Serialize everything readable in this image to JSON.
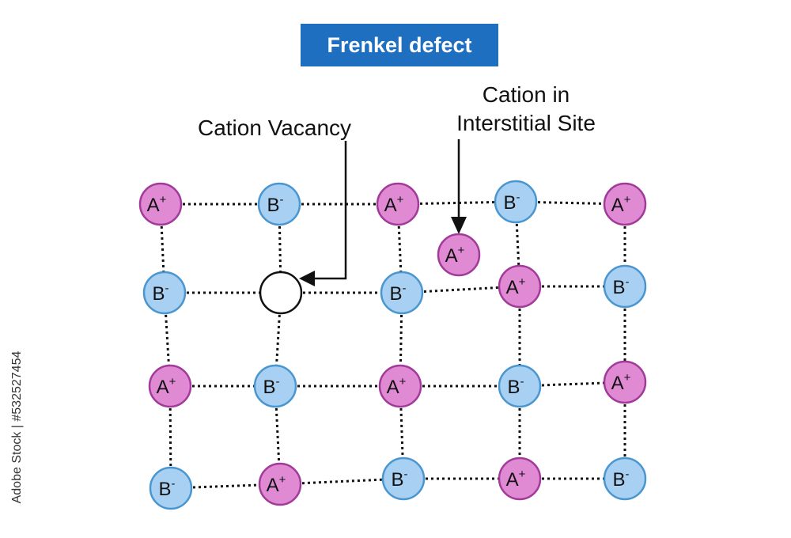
{
  "title": "Frenkel defect",
  "labels": {
    "vacancy": "Cation Vacancy",
    "interstitial_line1": "Cation in",
    "interstitial_line2": "Interstitial Site"
  },
  "watermark": "Adobe Stock | #532527454",
  "colors": {
    "title_bg": "#1f6fc1",
    "cation_fill": "#e08ad3",
    "cation_stroke": "#a23a9a",
    "anion_fill": "#a8d0f2",
    "anion_stroke": "#4a96d0"
  },
  "ions": {
    "cation": {
      "base": "A",
      "charge": "+"
    },
    "anion": {
      "base": "B",
      "charge": "-"
    }
  },
  "lattice": [
    [
      "A",
      "B",
      "A",
      "B",
      "A"
    ],
    [
      "B",
      "vacancy",
      "B",
      "A",
      "B"
    ],
    [
      "A",
      "B",
      "A",
      "B",
      "A"
    ],
    [
      "B",
      "A",
      "B",
      "A",
      "B"
    ]
  ],
  "interstitial": "A"
}
